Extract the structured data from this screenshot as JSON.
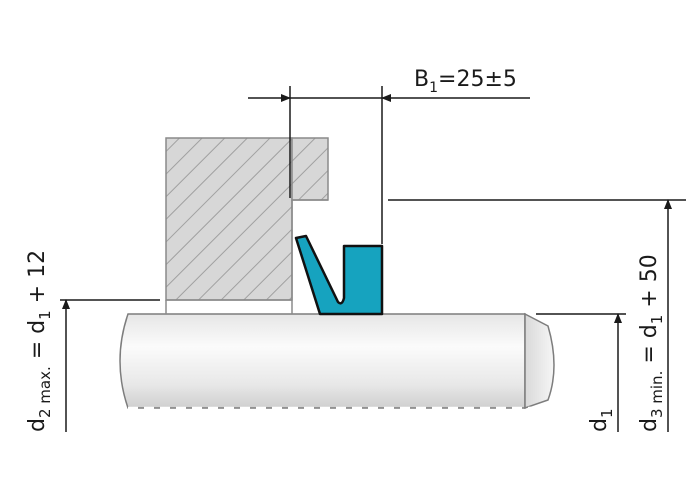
{
  "labels": {
    "b1_main": "B",
    "b1_sub": "1",
    "b1_value": "=25±5",
    "d2_main": "d",
    "d2_sub": "2 max.",
    "d2_rest": " = d",
    "d2_sub2": "1",
    "d2_tail": " + 12",
    "d3_main": "d",
    "d3_sub": "3 min.",
    "d3_rest": " = d",
    "d3_sub2": "1",
    "d3_tail": " + 50",
    "d1_main": "d",
    "d1_sub": "1"
  },
  "colors": {
    "seal": "#16a3bf",
    "seal_stroke": "#111111",
    "housing_fill": "#d7d7d7",
    "hatch": "#9a9a9a",
    "shaft_light": "#f4f4f4",
    "shaft_dark": "#c9c9c9",
    "line": "#1a1a1a"
  }
}
